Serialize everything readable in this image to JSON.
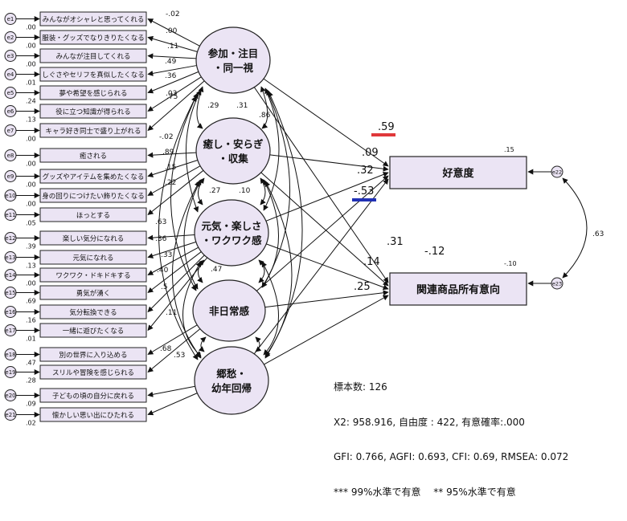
{
  "colors": {
    "box_fill": "#ebe4f4",
    "box_stroke": "#222222",
    "latent_fill": "#ebe4f4",
    "line": "#111111",
    "red_bar": "#e0383b",
    "blue_bar": "#2131b5"
  },
  "errors": [
    "e1",
    "e2",
    "e3",
    "e4",
    "e5",
    "e6",
    "e7",
    "e8",
    "e9",
    "e10",
    "e11",
    "e12",
    "e13",
    "e14",
    "e15",
    "e16",
    "e17",
    "e18",
    "e19",
    "e20",
    "e21",
    "e22",
    "e23"
  ],
  "error_labels": [
    ".00",
    ".00",
    ".00",
    ".01",
    ".24",
    ".13",
    ".00",
    ".00",
    ".00",
    ".00",
    ".05",
    ".39",
    ".13",
    ".00",
    ".69",
    ".16",
    ".01",
    ".47",
    ".28",
    ".09",
    ".02"
  ],
  "items": [
    "みんながオシャレと思ってくれる",
    "服装・グッズでなりきりたくなる",
    "みんなが注目してくれる",
    "しぐさやセリフを真似したくなる",
    "夢や希望を感じられる",
    "役に立つ知識が得られる",
    "キャラ好き同士で盛り上がれる",
    "癒される",
    "グッズやアイテムを集めたくなる",
    "身の回りにつけたい飾りたくなる",
    "ほっとする",
    "楽しい気分になれる",
    "元気になれる",
    "ワクワク・ドキドキする",
    "勇気が湧く",
    "気分転換できる",
    "一緒に遊びたくなる",
    "別の世界に入り込める",
    "スリルや冒険を感じられる",
    "子どもの頃の自分に戻れる",
    "懐かしい思い出にひたれる"
  ],
  "factors": [
    {
      "line1": "参加・注目",
      "line2": "・同一視"
    },
    {
      "line1": "癒し・安らぎ",
      "line2": "・収集"
    },
    {
      "line1": "元気・楽しさ",
      "line2": "・ワクワク感"
    },
    {
      "line1": "非日常感",
      "line2": ""
    },
    {
      "line1": "郷愁・",
      "line2": "幼年回帰"
    }
  ],
  "outcomes": [
    "好意度",
    "関連商品所有意向"
  ],
  "outcome_r2": [
    ".15",
    "-.10"
  ],
  "loadings": [
    "-.02",
    ".00",
    ".11",
    ".49",
    ".36",
    ".03",
    ".75",
    "-.02",
    ".89",
    ".15",
    ".22",
    ".63",
    ".36",
    ".33",
    ".40",
    ".5",
    ".11",
    ".68",
    ".53"
  ],
  "factor_corrs": [
    ".29",
    ".31",
    ".86",
    ".27",
    ".10",
    ".47"
  ],
  "path_coefs": [
    ".59",
    ".09",
    ".32",
    "-.53",
    ".31",
    "-.12",
    ".14",
    ".25"
  ],
  "residual_corr": ".63",
  "stats": [
    "標本数: 126",
    "X2: 958.916, 自由度 : 422, 有意確率:.000",
    "GFI: 0.766, AGFI: 0.693, CFI: 0.69, RMSEA: 0.072",
    "*** 99%水準で有意　 ** 95%水準で有意"
  ]
}
